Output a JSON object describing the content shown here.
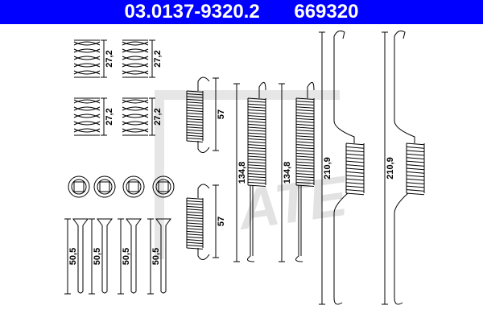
{
  "header": {
    "article_number": "03.0137-9320.2",
    "short_number": "669320",
    "background": "#0000ff"
  },
  "watermark": {
    "text": "ATE"
  },
  "parts": {
    "compression_springs": {
      "count": 4,
      "dimension": "27,2"
    },
    "retaining_caps": {
      "count": 4
    },
    "retaining_pins": {
      "count": 4,
      "dimension": "50,5"
    },
    "short_springs": {
      "count": 2,
      "dimension": "57"
    },
    "medium_springs": {
      "count": 2,
      "dimension": "134,8"
    },
    "long_springs": {
      "count": 2,
      "dimension": "210,9"
    }
  }
}
